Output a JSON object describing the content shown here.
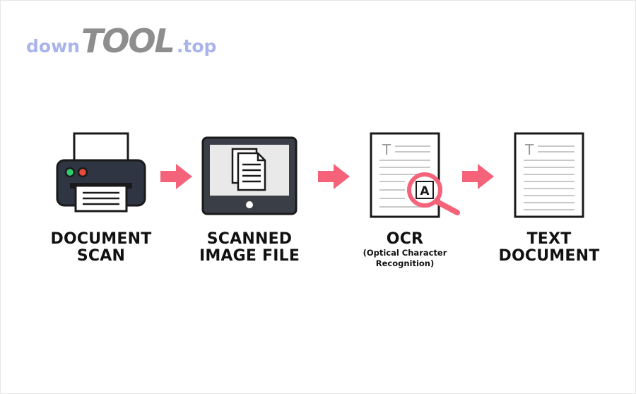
{
  "watermark": {
    "prefix": "down",
    "brand": "TOOL",
    "suffix": ".top"
  },
  "steps": [
    {
      "line1": "DOCUMENT",
      "line2": "SCAN",
      "icon": "printer-icon"
    },
    {
      "line1": "SCANNED",
      "line2": "IMAGE FILE",
      "icon": "tablet-icon"
    },
    {
      "line1": "OCR",
      "sub1": "(Optical Character",
      "sub2": "Recognition)",
      "icon": "magnified-document-icon",
      "glyph": "A",
      "page_letter": "T"
    },
    {
      "line1": "TEXT",
      "line2": "DOCUMENT",
      "icon": "text-document-icon",
      "page_letter": "T"
    }
  ],
  "colors": {
    "accent": "#f4637a",
    "outline": "#1a1a1a",
    "printer_body": "#2f3542",
    "screen": "#e9e9e9",
    "led_green": "#2ecc71",
    "led_red": "#e74c3c",
    "watermark_blue": "#a9b4ea",
    "watermark_gray": "#8e8e8e"
  }
}
